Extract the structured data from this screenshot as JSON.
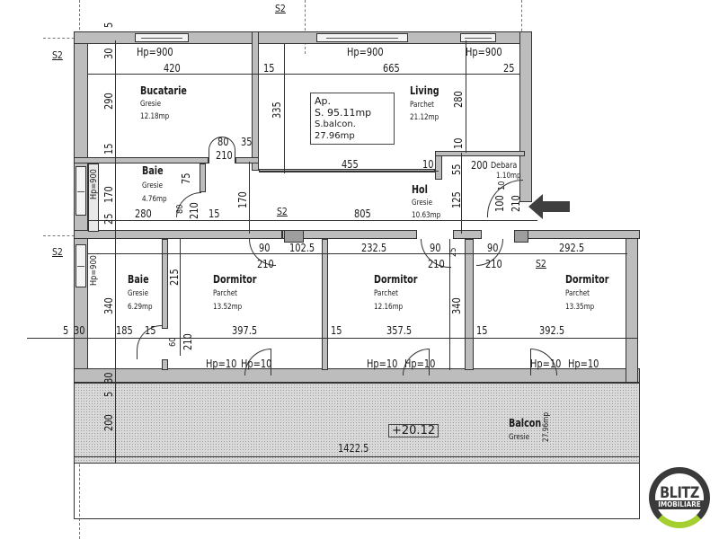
{
  "plan": {
    "info_box": {
      "line1": "Ap.",
      "line2": "S. 95.11mp",
      "line3": "S.balcon. 27.96mp"
    },
    "level_marker": "+20.12",
    "section_marker": "S2",
    "rooms": [
      {
        "name": "Bucatarie",
        "material": "Gresie",
        "area": "12.18mp"
      },
      {
        "name": "Living",
        "material": "Parchet",
        "area": "21.12mp"
      },
      {
        "name": "Baie",
        "material": "Gresie",
        "area": "4.76mp"
      },
      {
        "name": "Hol",
        "material": "Gresie",
        "area": "10.63mp"
      },
      {
        "name": "Debara",
        "material": "",
        "area": "1.10mp"
      },
      {
        "name": "Baie",
        "material": "Gresie",
        "area": "6.29mp"
      },
      {
        "name": "Dormitor",
        "material": "Parchet",
        "area": "13.52mp"
      },
      {
        "name": "Dormitor",
        "material": "Parchet",
        "area": "12.16mp"
      },
      {
        "name": "Dormitor",
        "material": "Parchet",
        "area": "13.35mp"
      },
      {
        "name": "Balcon",
        "material": "Gresie",
        "area": "27.96mp"
      }
    ],
    "window_heights": {
      "hp900": "Hp=900",
      "hp10": "Hp=10"
    },
    "dimensions": {
      "d420": "420",
      "d665": "665",
      "d455": "455",
      "d805": "805",
      "d280": "280",
      "d290": "290",
      "d30": "30",
      "d15": "15",
      "d25": "25",
      "d335": "335",
      "d10": "10",
      "d55": "55",
      "d200": "200",
      "d125": "125",
      "d100": "100",
      "d210": "210",
      "d80": "80",
      "d35": "35",
      "d75": "75",
      "d170": "170",
      "d90": "90",
      "d102_5": "102.5",
      "d232_5": "232.5",
      "d292_5": "292.5",
      "d215": "215",
      "d340": "340",
      "d185": "185",
      "d5": "5",
      "d397_5": "397.5",
      "d357_5": "357.5",
      "d392_5": "392.5",
      "d60": "60",
      "d1422_5": "1422.5"
    },
    "entrance_arrow": "entrance-arrow"
  },
  "logo": {
    "line1": "BLITZ",
    "line2": "IMOBILIARE",
    "ring_color": "#3a3a3a",
    "accent_color": "#a4cf2e"
  }
}
